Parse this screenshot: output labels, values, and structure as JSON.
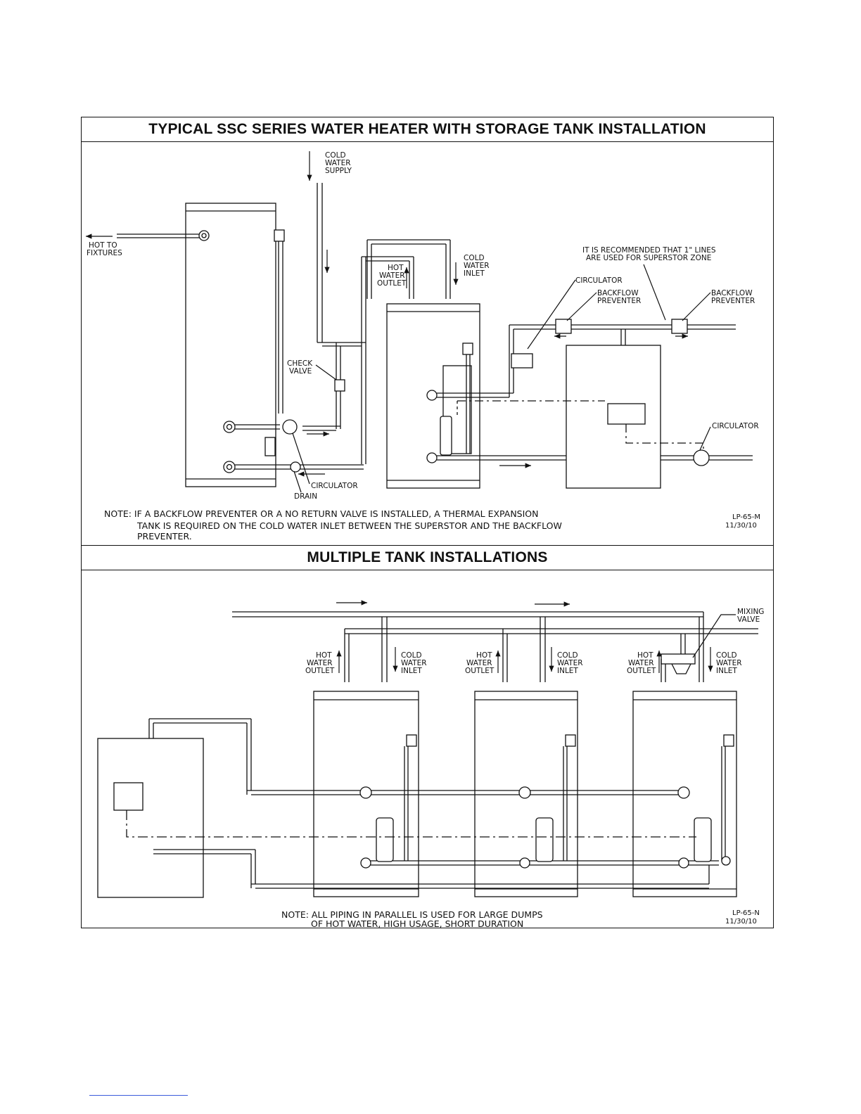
{
  "top_panel": {
    "title": "TYPICAL SSC SERIES WATER HEATER WITH STORAGE TANK INSTALLATION",
    "labels": {
      "cold_supply": [
        "COLD",
        "WATER",
        "SUPPLY"
      ],
      "hot_fixtures": [
        "HOT TO",
        "FIXTURES"
      ],
      "hot_outlet": [
        "HOT",
        "WATER",
        "OUTLET"
      ],
      "cold_inlet": [
        "COLD",
        "WATER",
        "INLET"
      ],
      "recommend": [
        "IT IS RECOMMENDED THAT 1\" LINES",
        "ARE USED FOR SUPERSTOR ZONE"
      ],
      "circulator_top": "CIRCULATOR",
      "backflow_1": [
        "BACKFLOW",
        "PREVENTER"
      ],
      "backflow_2": [
        "BACKFLOW",
        "PREVENTER"
      ],
      "check_valve": [
        "CHECK",
        "VALVE"
      ],
      "circulator_right": "CIRCULATOR",
      "circulator_bottom": "CIRCULATOR",
      "drain": "DRAIN"
    },
    "note": [
      "NOTE:  IF A BACKFLOW PREVENTER OR A NO RETURN VALVE IS INSTALLED, A THERMAL EXPANSION",
      "TANK IS REQUIRED ON THE COLD WATER INLET BETWEEN THE SUPERSTOR AND THE BACKFLOW",
      "PREVENTER."
    ],
    "ref": [
      "LP-65-M",
      "11/30/10"
    ]
  },
  "bottom_panel": {
    "title": "MULTIPLE TANK INSTALLATIONS",
    "mixing_valve": [
      "MIXING",
      "VALVE"
    ],
    "hot_outlet": [
      "HOT",
      "WATER",
      "OUTLET"
    ],
    "cold_inlet": [
      "COLD",
      "WATER",
      "INLET"
    ],
    "note": [
      "NOTE: ALL PIPING IN PARALLEL IS USED FOR LARGE DUMPS",
      "OF HOT WATER, HIGH USAGE, SHORT DURATION"
    ],
    "ref": [
      "LP-65-N",
      "11/30/10"
    ]
  }
}
